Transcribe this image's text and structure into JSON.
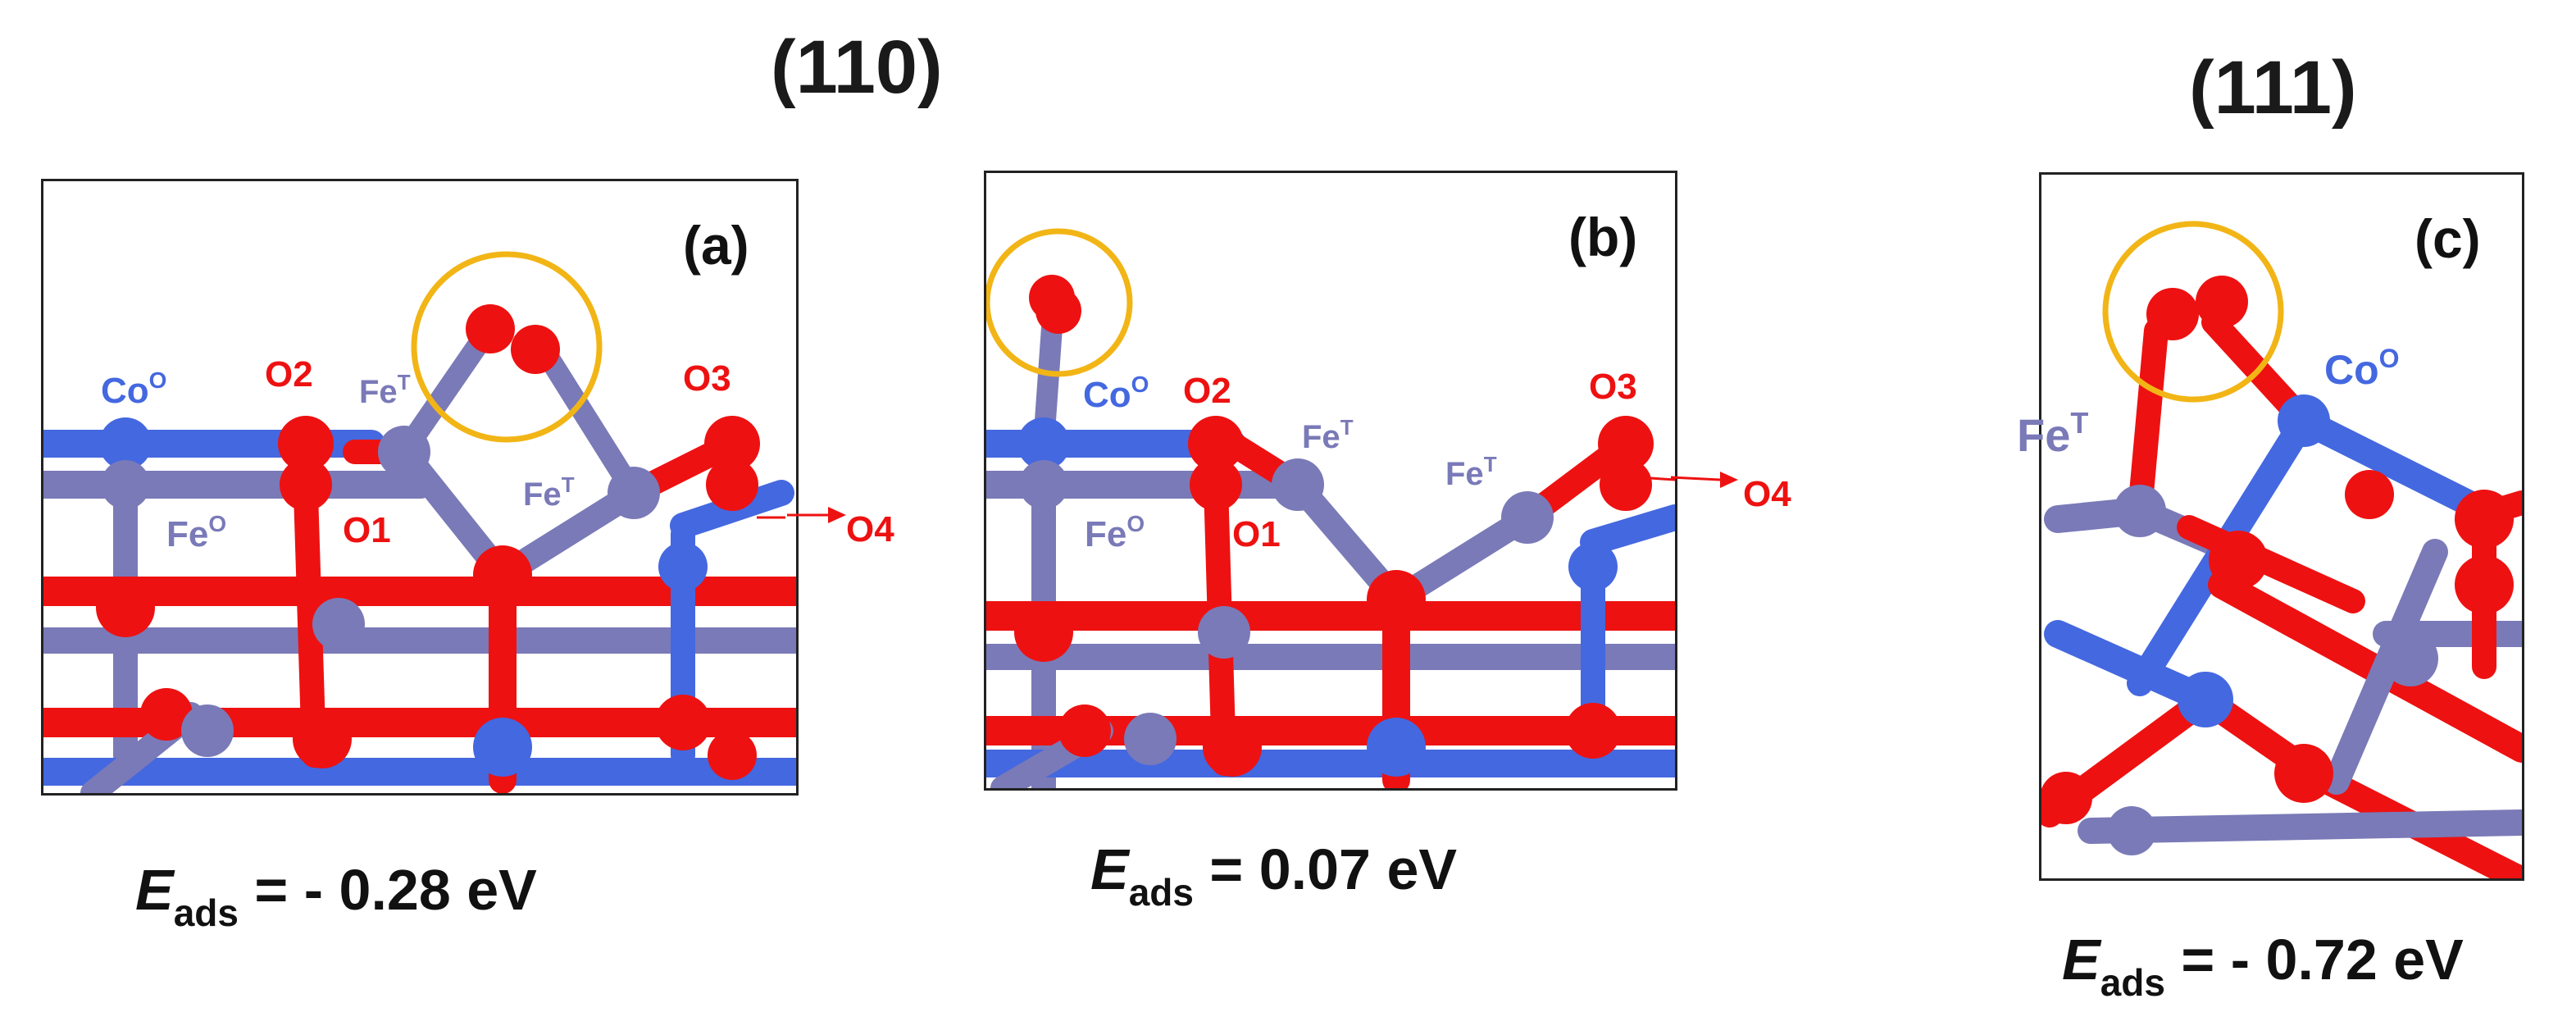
{
  "facets": [
    {
      "title": "(110)"
    },
    {
      "title": "(111)"
    }
  ],
  "panels": [
    {
      "label": "(a)",
      "atoms": {
        "co": "Co",
        "co_sup": "O",
        "o2": "O2",
        "fe_t1": "Fe",
        "fe_t1_sup": "T",
        "o3": "O3",
        "fe_t2": "Fe",
        "fe_t2_sup": "T",
        "fe_o": "Fe",
        "fe_o_sup": "O",
        "o1": "O1",
        "o4": "O4"
      },
      "energy": {
        "symbol": "E",
        "subscript": "ads",
        "text": "=  - 0.28 eV"
      }
    },
    {
      "label": "(b)",
      "atoms": {
        "co": "Co",
        "co_sup": "O",
        "o2": "O2",
        "fe_t1": "Fe",
        "fe_t1_sup": "T",
        "o3": "O3",
        "fe_t2": "Fe",
        "fe_t2_sup": "T",
        "fe_o": "Fe",
        "fe_o_sup": "O",
        "o1": "O1",
        "o4": "O4"
      },
      "energy": {
        "symbol": "E",
        "subscript": "ads",
        "text": "=  0.07 eV"
      }
    },
    {
      "label": "(c)",
      "atoms": {
        "fe_t": "Fe",
        "fe_t_sup": "T",
        "co": "Co",
        "co_sup": "O"
      },
      "energy": {
        "symbol": "E",
        "subscript": "ads",
        "text": "= - 0.72 eV"
      }
    }
  ],
  "colors": {
    "oxygen": "#ee1111",
    "iron": "#7a7ab8",
    "cobalt": "#4468e0",
    "highlight_circle": "#f2b516"
  }
}
